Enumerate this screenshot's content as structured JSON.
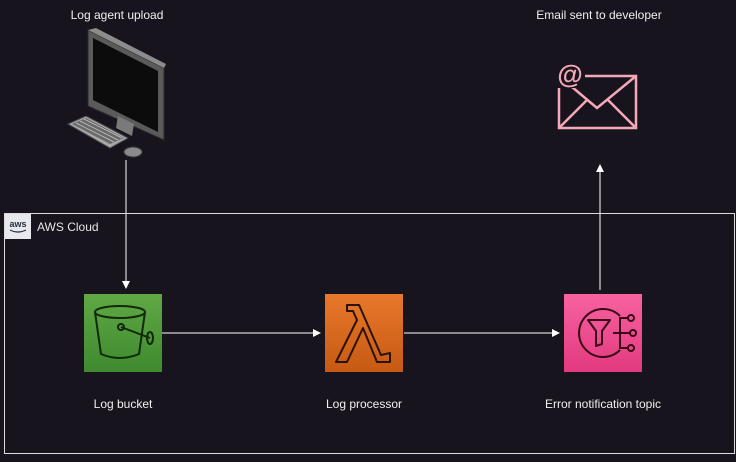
{
  "nodes": {
    "agent": {
      "label": "Log agent upload"
    },
    "email": {
      "label": "Email sent to developer"
    },
    "bucket": {
      "label": "Log bucket",
      "color": "#4f9a3a"
    },
    "processor": {
      "label": "Log processor",
      "color": "#dc6b1f"
    },
    "topic": {
      "label": "Error notification topic",
      "color": "#f0488e"
    }
  },
  "group": {
    "title": "AWS Cloud",
    "logo": "aws"
  },
  "colors": {
    "background": "#18141d",
    "edge": "#ffffff",
    "email_icon": "#f5a8b8"
  }
}
